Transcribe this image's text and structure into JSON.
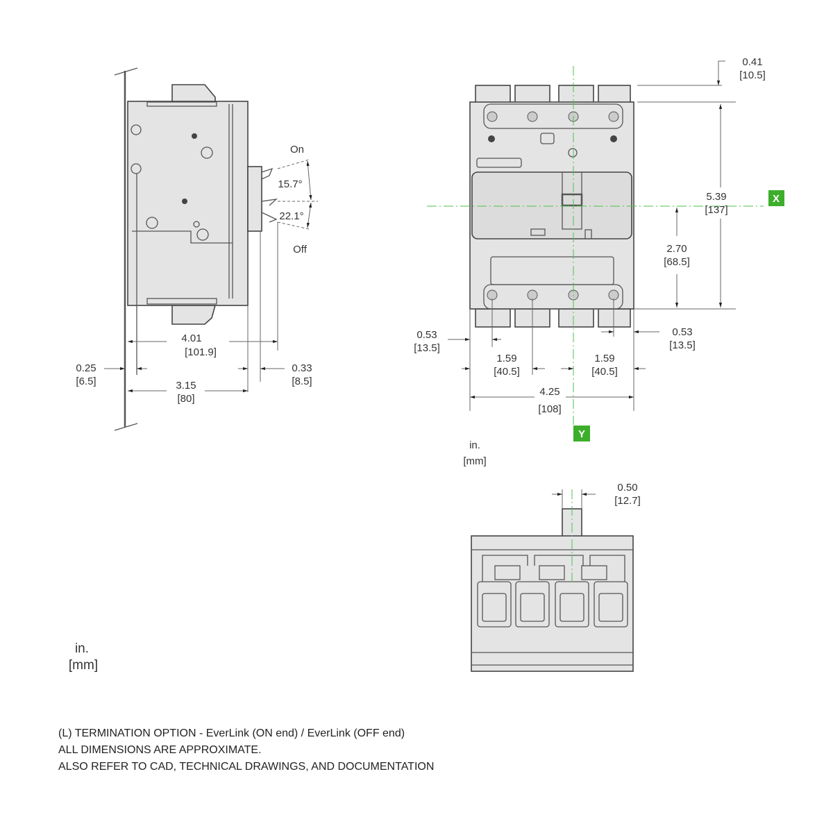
{
  "side_view": {
    "angle_on_label": "On",
    "angle_off_label": "Off",
    "angle_on": "15.7°",
    "angle_off": "22.1°",
    "dims": [
      {
        "in": "4.01",
        "mm": "[101.9]"
      },
      {
        "in": "0.25",
        "mm": "[6.5]"
      },
      {
        "in": "0.33",
        "mm": "[8.5]"
      },
      {
        "in": "3.15",
        "mm": "[80]"
      }
    ]
  },
  "front_view": {
    "axis_x": "X",
    "axis_y": "Y",
    "dims": [
      {
        "in": "0.41",
        "mm": "[10.5]"
      },
      {
        "in": "5.39",
        "mm": "[137]"
      },
      {
        "in": "2.70",
        "mm": "[68.5]"
      },
      {
        "in": "0.53",
        "mm": "[13.5]"
      },
      {
        "in": "0.53",
        "mm": "[13.5]"
      },
      {
        "in": "1.59",
        "mm": "[40.5]"
      },
      {
        "in": "1.59",
        "mm": "[40.5]"
      },
      {
        "in": "4.25",
        "mm": "[108]"
      }
    ],
    "units": {
      "in": "in.",
      "mm": "[mm]"
    }
  },
  "bottom_view": {
    "dims": [
      {
        "in": "0.50",
        "mm": "[12.7]"
      }
    ]
  },
  "units_legend": {
    "in": "in.",
    "mm": "[mm]"
  },
  "notes": [
    "(L) TERMINATION OPTION - EverLink (ON end) / EverLink (OFF end)",
    "ALL DIMENSIONS ARE APPROXIMATE.",
    "ALSO REFER TO CAD, TECHNICAL DRAWINGS, AND DOCUMENTATION"
  ]
}
